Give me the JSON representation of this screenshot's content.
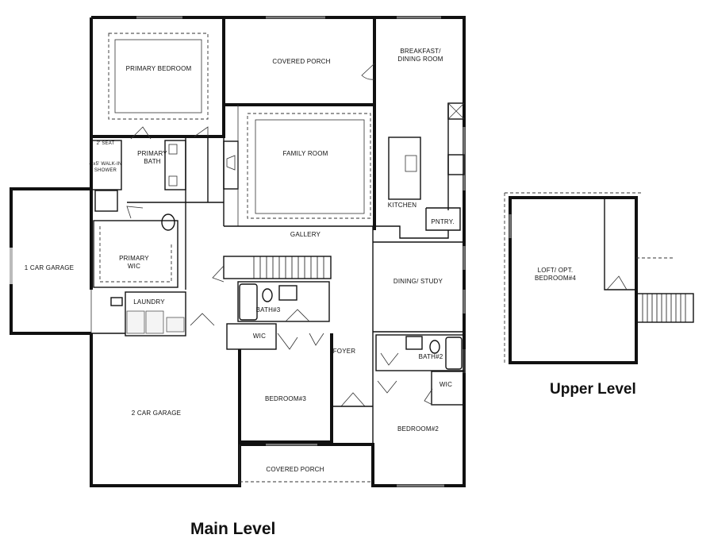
{
  "rooms": {
    "primary_bedroom": "PRIMARY BEDROOM",
    "covered_porch_rear": "COVERED PORCH",
    "breakfast_line1": "BREAKFAST/",
    "breakfast_line2": "DINING ROOM",
    "family_room": "FAMILY ROOM",
    "kitchen": "KITCHEN",
    "pantry": "PNTRY.",
    "primary_bath_line1": "PRIMARY",
    "primary_bath_line2": "BATH",
    "seat": "2' SEAT",
    "shower_line1": "4'x5' WALK-IN",
    "shower_line2": "SHOWER",
    "primary_wic_line1": "PRIMARY",
    "primary_wic_line2": "WIC",
    "gallery": "GALLERY",
    "dining_study": "DINING/ STUDY",
    "one_car_garage": "1 CAR GARAGE",
    "laundry": "LAUNDRY",
    "bath3": "BATH#3",
    "wic3": "WIC",
    "foyer": "FOYER",
    "bath2": "BATH#2",
    "wic2": "WIC",
    "bedroom3": "BEDROOM#3",
    "bedroom2": "BEDROOM#2",
    "two_car_garage": "2 CAR GARAGE",
    "covered_porch_front": "COVERED PORCH",
    "loft_line1": "LOFT/ OPT.",
    "loft_line2": "BEDROOM#4"
  },
  "titles": {
    "main_level": "Main Level",
    "upper_level": "Upper Level"
  }
}
